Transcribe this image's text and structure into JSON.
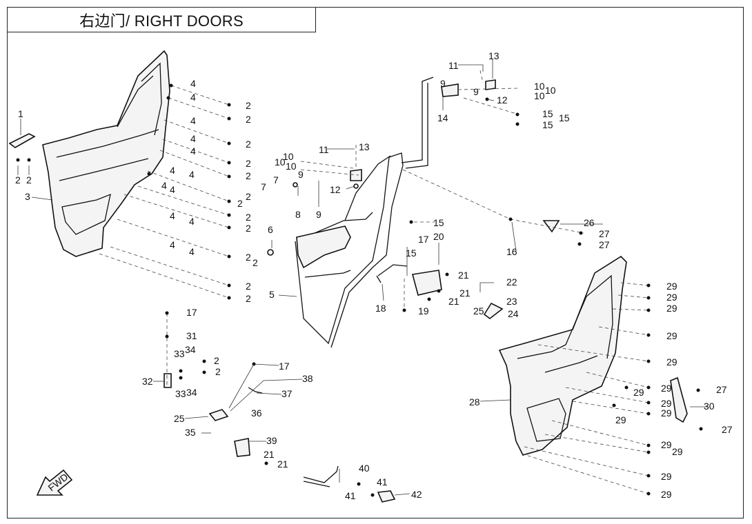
{
  "header": {
    "title": "右边门/ RIGHT DOORS"
  },
  "fwd_label": "FWD",
  "callouts": {
    "c1": "1",
    "c2": "2",
    "c3": "3",
    "c4": "4",
    "c5": "5",
    "c6": "6",
    "c7": "7",
    "c8": "8",
    "c9": "9",
    "c10": "10",
    "c11": "11",
    "c12": "12",
    "c13": "13",
    "c14": "14",
    "c15": "15",
    "c16": "16",
    "c17": "17",
    "c18": "18",
    "c19": "19",
    "c20": "20",
    "c21": "21",
    "c22": "22",
    "c23": "23",
    "c24": "24",
    "c25": "25",
    "c26": "26",
    "c27": "27",
    "c28": "28",
    "c29": "29",
    "c30": "30",
    "c31": "31",
    "c32": "32",
    "c33": "33",
    "c34": "34",
    "c35": "35",
    "c36": "36",
    "c37": "37",
    "c38": "38",
    "c39": "39",
    "c40": "40",
    "c41": "41",
    "c42": "42"
  }
}
